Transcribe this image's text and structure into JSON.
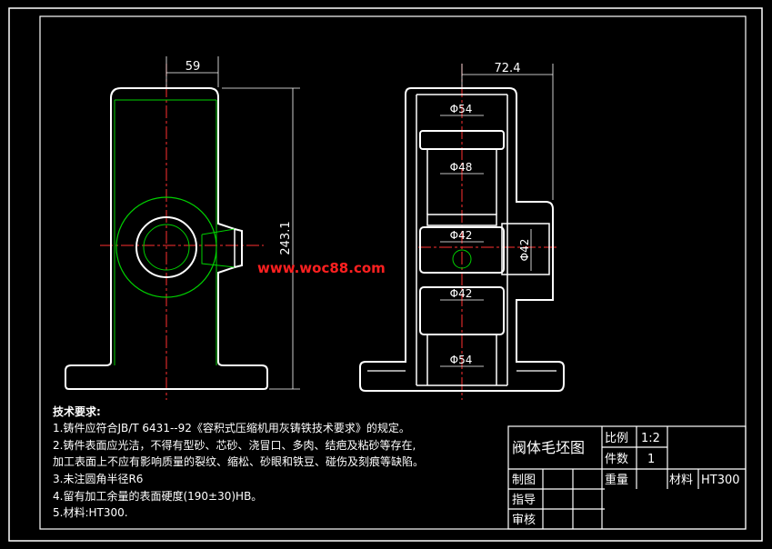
{
  "dimensions": {
    "left_width": "59",
    "left_height": "243.1",
    "right_width": "72.4",
    "dia_54_top": "Φ54",
    "dia_48": "Φ48",
    "dia_42_upper": "Φ42",
    "dia_42_side": "Φ42",
    "dia_42_lower": "Φ42",
    "dia_54_bottom": "Φ54"
  },
  "watermark": "www.woc88.com",
  "tech_requirements": {
    "heading": "技术要求:",
    "lines": [
      "1.铸件应符合JB/T  6431--92《容积式压缩机用灰铸铁技术要求》的规定。",
      "2.铸件表面应光洁，不得有型砂、芯砂、浇冒口、多肉、结疤及粘砂等存在,",
      "   加工表面上不应有影响质量的裂纹、缩松、砂眼和铁豆、碰伤及刻痕等缺陷。",
      "3.未注圆角半径R6",
      "4.留有加工余量的表面硬度(190±30)HB。",
      "5.材料:HT300."
    ]
  },
  "title_block": {
    "part_name": "阀体毛坯图",
    "scale_label": "比例",
    "scale_value": "1:2",
    "qty_label": "件数",
    "qty_value": "1",
    "weight_label": "重量",
    "material_label": "材料",
    "material_value": "HT300",
    "drawn_label": "制图",
    "checked_label": "指导",
    "approved_label": "审核"
  },
  "colors": {
    "background": "#000000",
    "outline": "#ffffff",
    "hidden": "#00d000",
    "center": "#ff3030",
    "watermark": "#ff2020"
  }
}
